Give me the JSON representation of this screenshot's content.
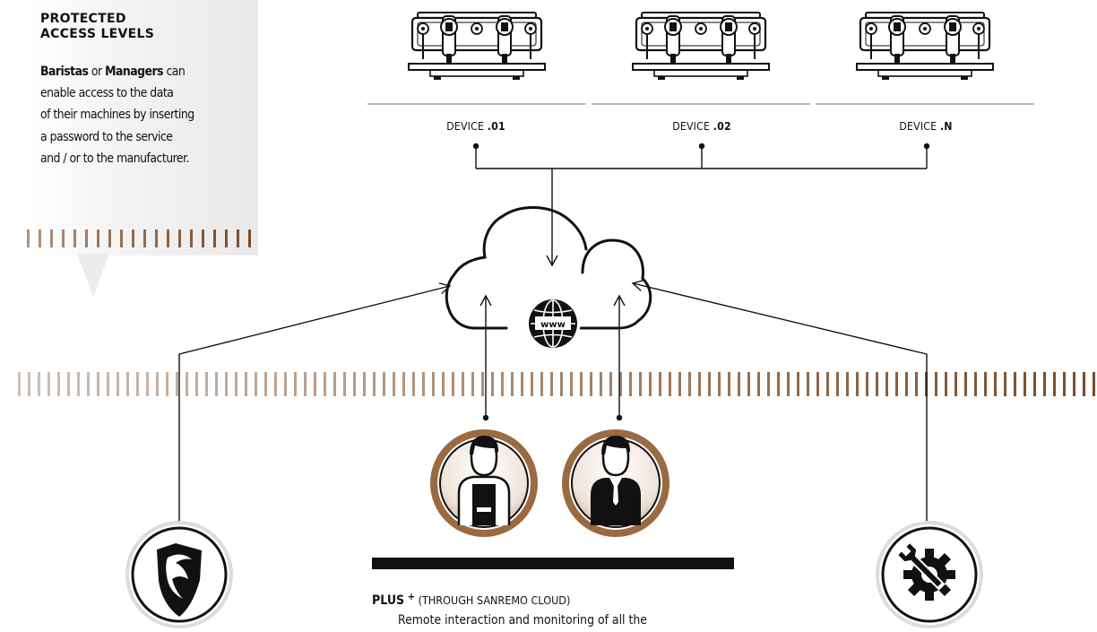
{
  "panel": {
    "title_line1": "PROTECTED",
    "title_line2": "ACCESS LEVELS",
    "body_role1": "Baristas",
    "body_or": " or ",
    "body_role2": "Managers",
    "body_line1_rest": " can",
    "body_line2": "enable access to the data",
    "body_line3": "of their machines by inserting",
    "body_line4": "a password to the service",
    "body_line5": "and / or to the manufacturer."
  },
  "devices": [
    {
      "prefix": "DEVICE ",
      "suffix": ".01"
    },
    {
      "prefix": "DEVICE ",
      "suffix": ".02"
    },
    {
      "prefix": "DEVICE ",
      "suffix": ".N"
    }
  ],
  "cloud": {
    "globe_label": "www"
  },
  "plus": {
    "label": "PLUS",
    "superscript": "+",
    "subtitle": " (THROUGH SANREMO CLOUD)",
    "description": "Remote interaction and monitoring of all the"
  },
  "colors": {
    "stripe": "#7a4a26",
    "accent_ring": "#9a6a40",
    "ink": "#111111",
    "panel_bg": "#ececec"
  },
  "icons": {
    "devices": "espresso-machine-icon",
    "cloud": "cloud-icon",
    "globe": "globe-icon",
    "barista": "barista-icon",
    "manager": "manager-icon",
    "left_badge": "shield-logo-icon",
    "right_badge": "gear-wrench-icon"
  }
}
